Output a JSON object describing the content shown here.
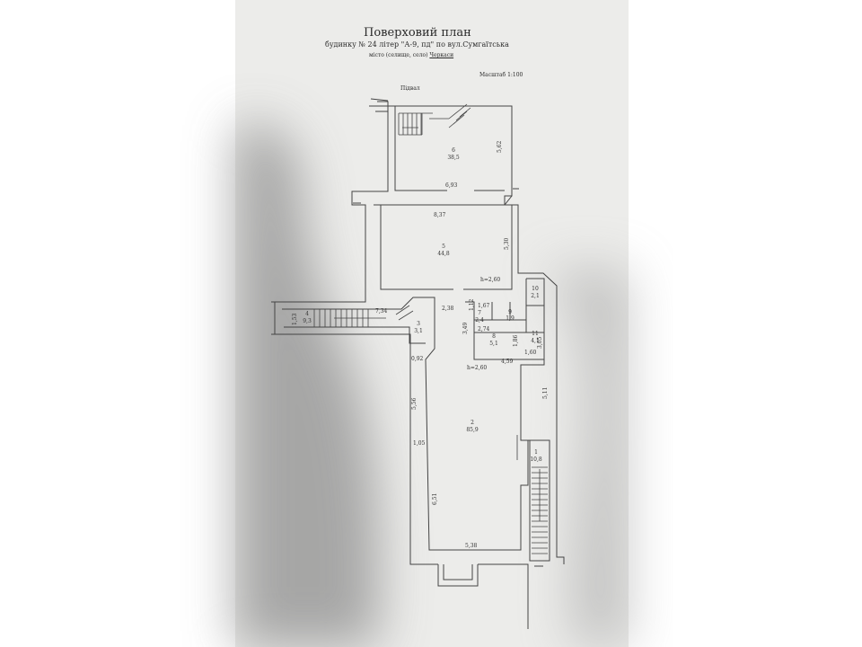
{
  "header": {
    "title": "Поверховий план",
    "subtitle": "будинку № 24 літер \"А-9, пд\" по вул.Сумгаїтська",
    "place_prefix": "місто (селище, село)",
    "place_name": "Черкаси",
    "scale": "Масштаб 1:100",
    "level": "Підвал"
  },
  "rooms": [
    {
      "number": "6",
      "area": "38,5"
    },
    {
      "number": "5",
      "area": "44,8"
    },
    {
      "number": "4",
      "area": "9,3"
    },
    {
      "number": "3",
      "area": "3,1"
    },
    {
      "number": "2",
      "area": "85,9"
    },
    {
      "number": "7",
      "area": "2,4"
    },
    {
      "number": "8",
      "area": "5,1"
    },
    {
      "number": "9",
      "area": "1,9"
    },
    {
      "number": "10",
      "area": "2,1"
    },
    {
      "number": "11",
      "area": "4,1"
    },
    {
      "number": "1",
      "area": "10,8"
    }
  ],
  "dimensions": {
    "d_5_62": "5,62",
    "d_6_93": "6,93",
    "d_8_37": "8,37",
    "d_5_30": "5,30",
    "h_top": "h=2,60",
    "d_7_34": "7,34",
    "d_1_53": "1,53",
    "d_2_38": "2,38",
    "d_1_67": "1,67",
    "d_1_12": "1,12",
    "d_3_49": "3,49",
    "d_2_74": "2,74",
    "d_1_86": "1,86",
    "d_1_60": "1,60",
    "d_3_05": "3,05",
    "h_mid": "h=2,60",
    "d_4_59": "4,59",
    "d_0_92": "0,92",
    "d_5_56": "5,56",
    "d_1_05": "1,05",
    "d_5_11": "5,11",
    "d_6_51": "6,51",
    "d_5_38": "5,38"
  }
}
